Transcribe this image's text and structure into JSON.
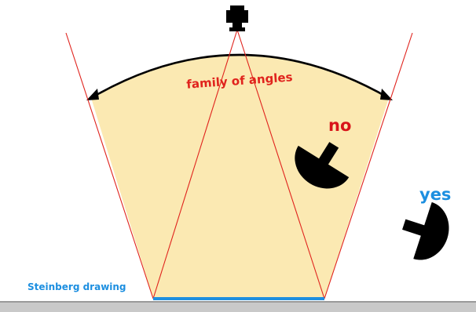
{
  "labels": {
    "arc": "family of angles",
    "no": "no",
    "yes": "yes",
    "drawing": "Steinberg drawing"
  },
  "colors": {
    "fan_fill": "#fbe9b2",
    "ray": "#e0231d",
    "arc_label": "#e0231d",
    "no_label": "#d8141a",
    "yes_label": "#1d8fe0",
    "drawing_label": "#1d8fe0",
    "drawing_line": "#1d8fe0",
    "lamp": "#000000",
    "table_top": "#9a9a9a",
    "table_body": "#c9c9c9"
  },
  "icons": {
    "camera": "camera-icon",
    "lamp_no": "lamp-no-icon",
    "lamp_yes": "lamp-yes-icon"
  }
}
